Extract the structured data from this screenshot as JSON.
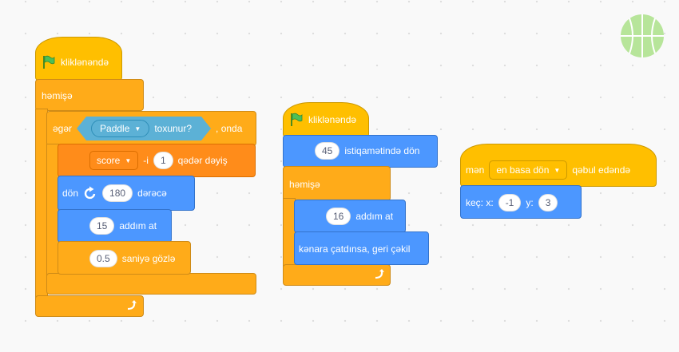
{
  "colors": {
    "events": "#ffbf00",
    "control": "#ffab19",
    "motion": "#4c97ff",
    "variables": "#ff8c1a",
    "sensing": "#5cb1d6"
  },
  "script1": {
    "hat_label": "kliklənəndə",
    "forever_label": "həmişə",
    "if_label": "əgər",
    "touching_object": "Paddle",
    "touching_label": "toxunur?",
    "then_label": ", onda",
    "change_var": "score",
    "change_suffix": "-i",
    "change_value": "1",
    "change_label": "qədər dəyiş",
    "turn_label": "dön",
    "turn_value": "180",
    "turn_unit": "dərəcə",
    "move_value": "15",
    "move_label": "addım at",
    "wait_value": "0.5",
    "wait_label": "saniyə gözlə"
  },
  "script2": {
    "hat_label": "kliklənəndə",
    "direction_value": "45",
    "direction_label": "istiqamətində dön",
    "forever_label": "həmişə",
    "move_value": "16",
    "move_label": "addım at",
    "bounce_label": "kənara çatdınsa, geri çəkil"
  },
  "script3": {
    "hat_prefix": "mən",
    "broadcast_name": "en basa dön",
    "hat_suffix": "qəbul edəndə",
    "goto_label": "keç: x:",
    "x_value": "-1",
    "y_label": "y:",
    "y_value": "3"
  },
  "icons": {
    "flag": "green-flag-icon",
    "turn": "rotate-right-icon",
    "loop": "loop-arrow-icon",
    "dropdown": "dropdown-arrow-icon",
    "sprite": "ball-sprite-icon"
  }
}
